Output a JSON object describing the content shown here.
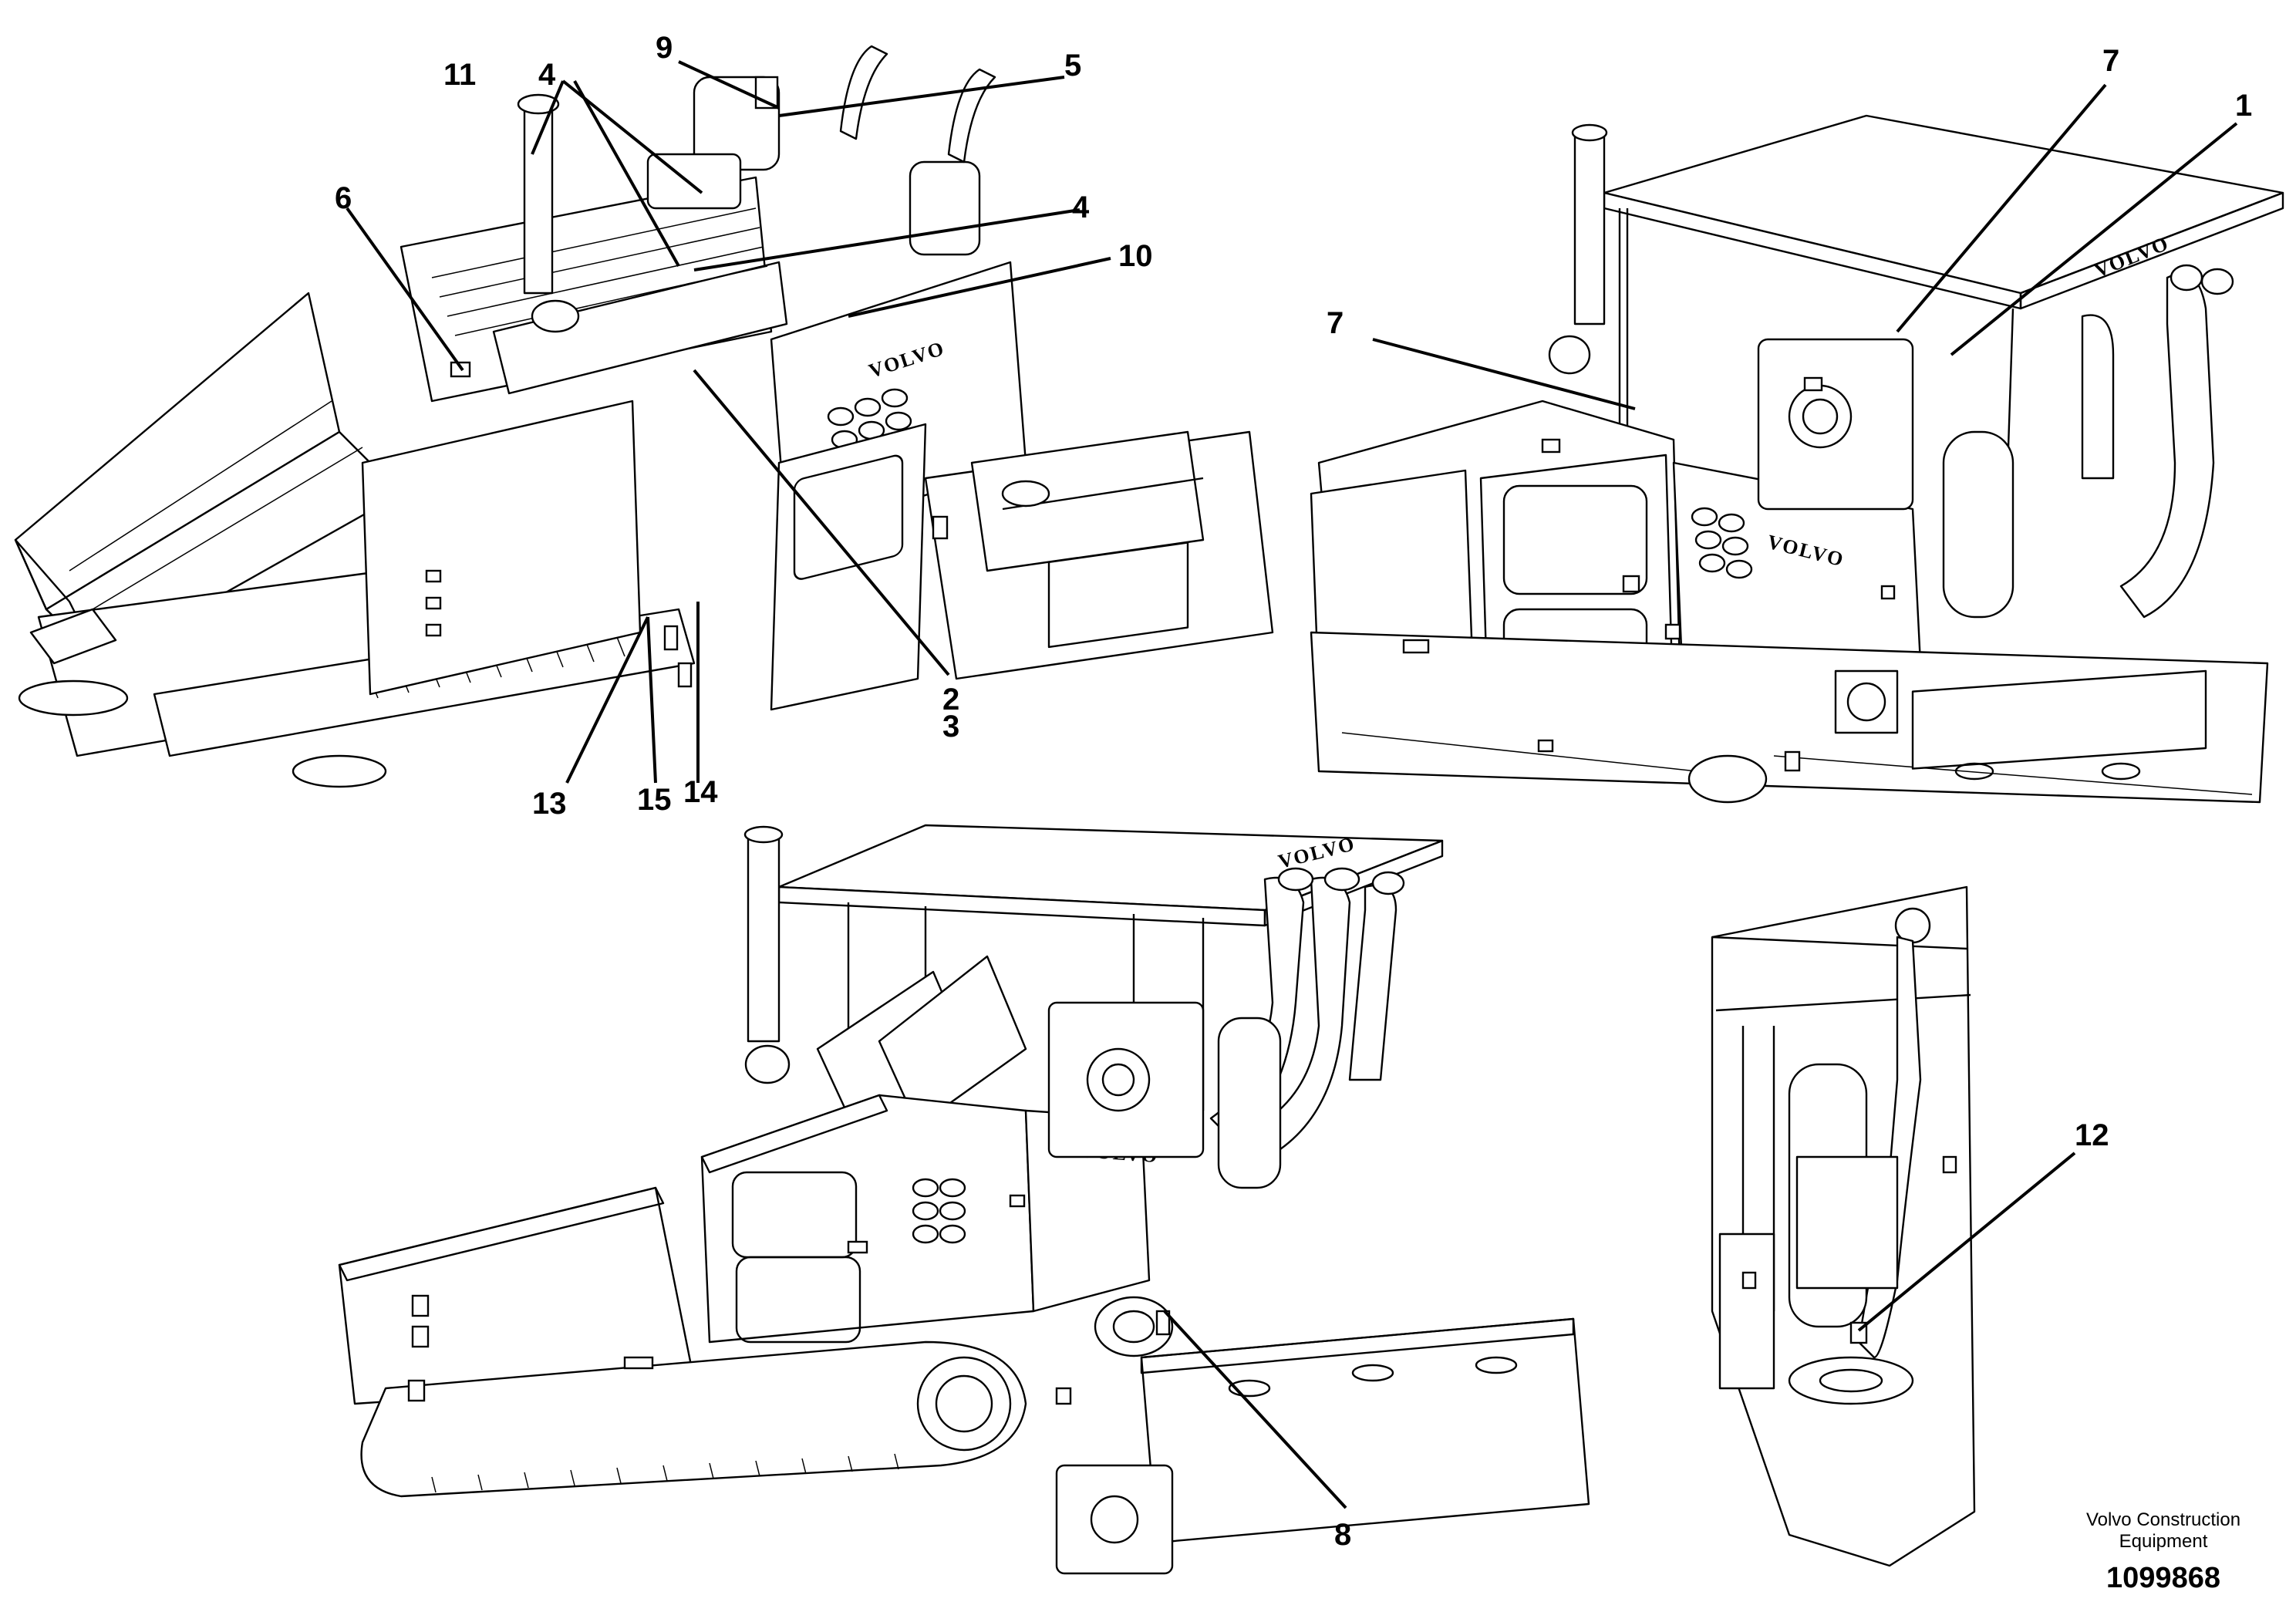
{
  "brand_text": "VOLVO",
  "callouts": [
    "1",
    "2",
    "3",
    "4",
    "4",
    "5",
    "6",
    "7",
    "7",
    "8",
    "9",
    "10",
    "11",
    "12",
    "13",
    "14",
    "15"
  ],
  "footer": {
    "company_line1": "Volvo Construction",
    "company_line2": "Equipment",
    "drawing_number": "1099868"
  }
}
